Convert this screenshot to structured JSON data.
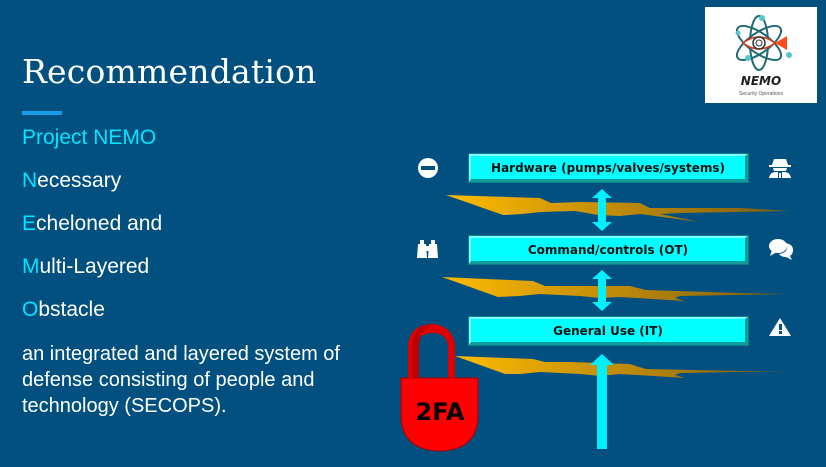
{
  "slide": {
    "title": "Recommendation",
    "subtitle": "Project NEMO",
    "acronym": [
      {
        "letter": "N",
        "rest": "ecessary"
      },
      {
        "letter": "E",
        "rest": "cheloned and"
      },
      {
        "letter": "M",
        "rest": "ulti-Layered"
      },
      {
        "letter": "O",
        "rest": "bstacle"
      }
    ],
    "description": "an integrated and layered system of defense consisting of people and technology (SECOPS)."
  },
  "logo": {
    "name": "NEMO",
    "tagline": "Security Operations",
    "icon": "atom-eye-fish-logo"
  },
  "diagram": {
    "layers": [
      {
        "label": "Hardware (pumps/valves/systems)",
        "left_icon": "minus-circle-icon",
        "right_icon": "user-secret-icon"
      },
      {
        "label": "Command/controls (OT)",
        "left_icon": "binoculars-icon",
        "right_icon": "comments-icon"
      },
      {
        "label": "General Use (IT)",
        "left_icon": "",
        "right_icon": "warning-icon"
      }
    ],
    "lock_label": "2FA",
    "colors": {
      "accent": "#00ffff",
      "barrier": "#e0a800",
      "lock": "#ff0000",
      "background": "#02507f"
    }
  }
}
